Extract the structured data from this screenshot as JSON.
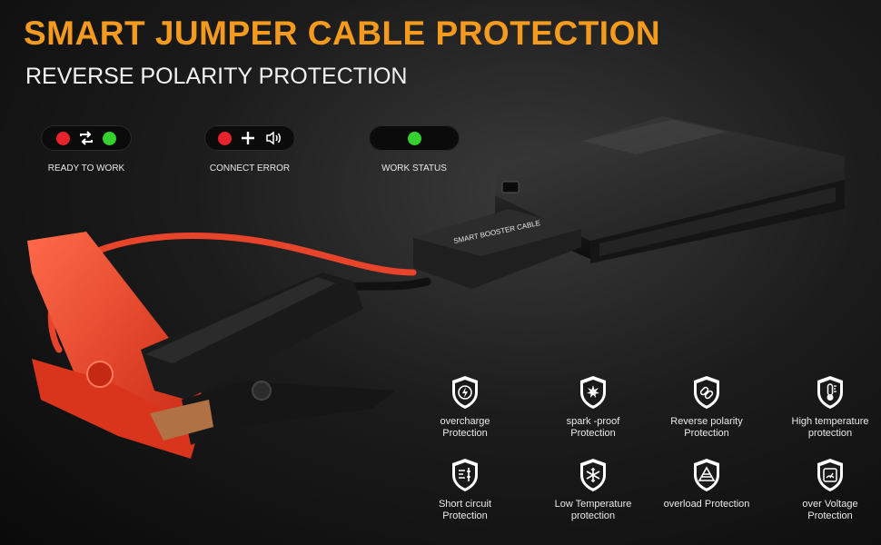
{
  "header": {
    "title": "SMART JUMPER CABLE PROTECTION",
    "subtitle": "REVERSE POLARITY PROTECTION"
  },
  "indicators": [
    {
      "label": "READY TO WORK",
      "left_color": "#e8232b",
      "glyph": "repeat-icon",
      "right_color": "#35d12f"
    },
    {
      "label": "CONNECT ERROR",
      "left_color": "#e8232b",
      "glyph": "plus-speaker-icon"
    },
    {
      "label": "WORK STATUS",
      "center_color": "#35d12f"
    }
  ],
  "product": {
    "cable_box_text": "SMART BOOSTER CABLE",
    "accent_color": "#f24a2a"
  },
  "features": [
    {
      "label": "overcharge\nProtection",
      "icon": "lightning-circle-icon"
    },
    {
      "label": "spark -proof\nProtection",
      "icon": "spark-burst-icon"
    },
    {
      "label": "Reverse  polarity\nProtection",
      "icon": "chain-link-icon"
    },
    {
      "label": "High temperature\nprotection",
      "icon": "thermometer-icon"
    },
    {
      "label": "Short circuit\nProtection",
      "icon": "circuit-icon"
    },
    {
      "label": "Low  Temperature\nprotection",
      "icon": "snowflake-icon"
    },
    {
      "label": "overload   Protection",
      "icon": "overload-triangle-icon"
    },
    {
      "label": "over  Voltage\nProtection",
      "icon": "gauge-icon"
    }
  ]
}
